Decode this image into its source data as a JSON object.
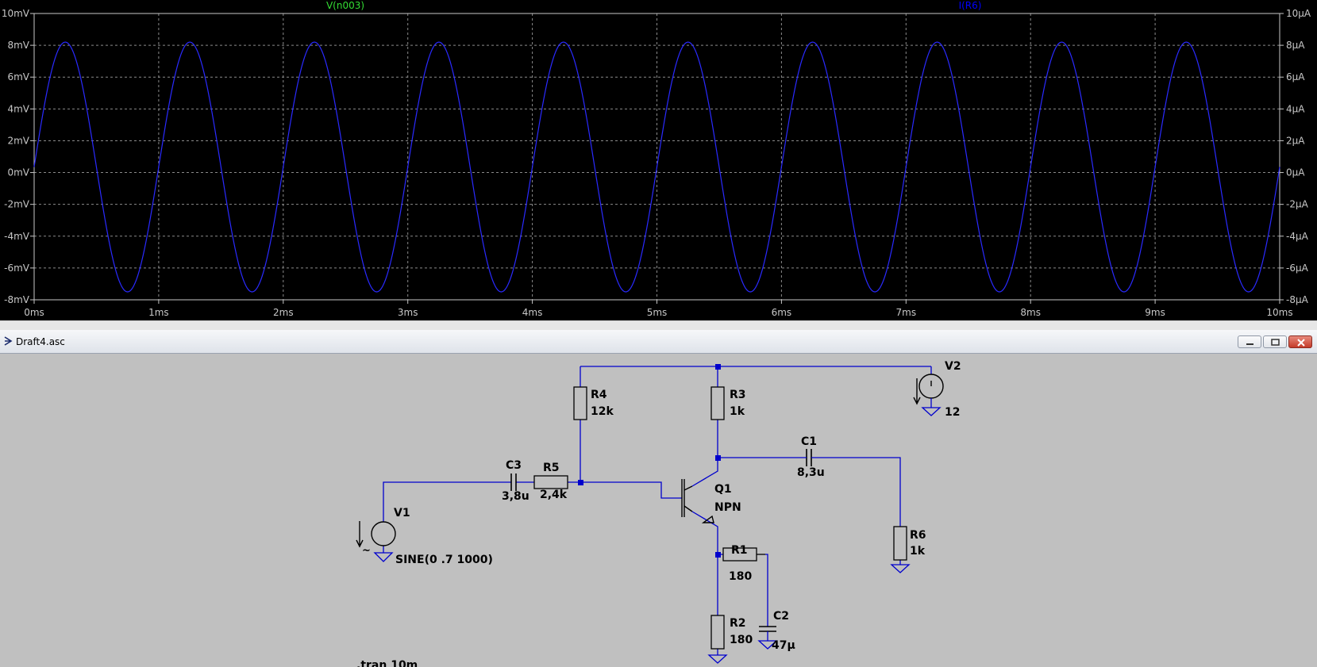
{
  "plot": {
    "trace_left": "V(n003)",
    "trace_right": "I(R6)",
    "trace_left_color": "#33dd33",
    "trace_right_color": "#0000ff",
    "trace_color": "#2a2aff",
    "background": "#000000"
  },
  "chart_data": {
    "type": "line",
    "xlabel": "",
    "ylabel": "",
    "x_ticks": [
      "0ms",
      "1ms",
      "2ms",
      "3ms",
      "4ms",
      "5ms",
      "6ms",
      "7ms",
      "8ms",
      "9ms",
      "10ms"
    ],
    "y_left_ticks": [
      "10mV",
      "8mV",
      "6mV",
      "4mV",
      "2mV",
      "0mV",
      "-2mV",
      "-4mV",
      "-6mV",
      "-8mV"
    ],
    "y_right_ticks": [
      "10µA",
      "8µA",
      "6µA",
      "4µA",
      "2µA",
      "0µA",
      "-2µA",
      "-4µA",
      "-6µA",
      "-8µA"
    ],
    "xlim": [
      0,
      10
    ],
    "ylim": [
      -8,
      10
    ],
    "grid": true,
    "series": [
      {
        "name": "V(n003)",
        "frequency_khz": 1,
        "amplitude_mv": 7.85,
        "offset_mv": 0.35
      }
    ]
  },
  "window": {
    "title": "Draft4.asc"
  },
  "schematic": {
    "wire_color": "#0000cc",
    "components": {
      "R4": {
        "name": "R4",
        "value": "12k"
      },
      "R3": {
        "name": "R3",
        "value": "1k"
      },
      "V2": {
        "name": "V2",
        "value": "12"
      },
      "C1": {
        "name": "C1",
        "value": "8,3u"
      },
      "C3": {
        "name": "C3",
        "value": "3,8u"
      },
      "R5": {
        "name": "R5",
        "value": "2,4k"
      },
      "Q1": {
        "name": "Q1",
        "value": "NPN"
      },
      "V1": {
        "name": "V1",
        "value": "SINE(0 .7 1000)",
        "symbol": "~"
      },
      "R6": {
        "name": "R6",
        "value": "1k"
      },
      "R1": {
        "name": "R1",
        "value": "180"
      },
      "R2": {
        "name": "R2",
        "value": "180"
      },
      "C2": {
        "name": "C2",
        "value": "47µ"
      }
    },
    "directive": ".tran 10m"
  }
}
